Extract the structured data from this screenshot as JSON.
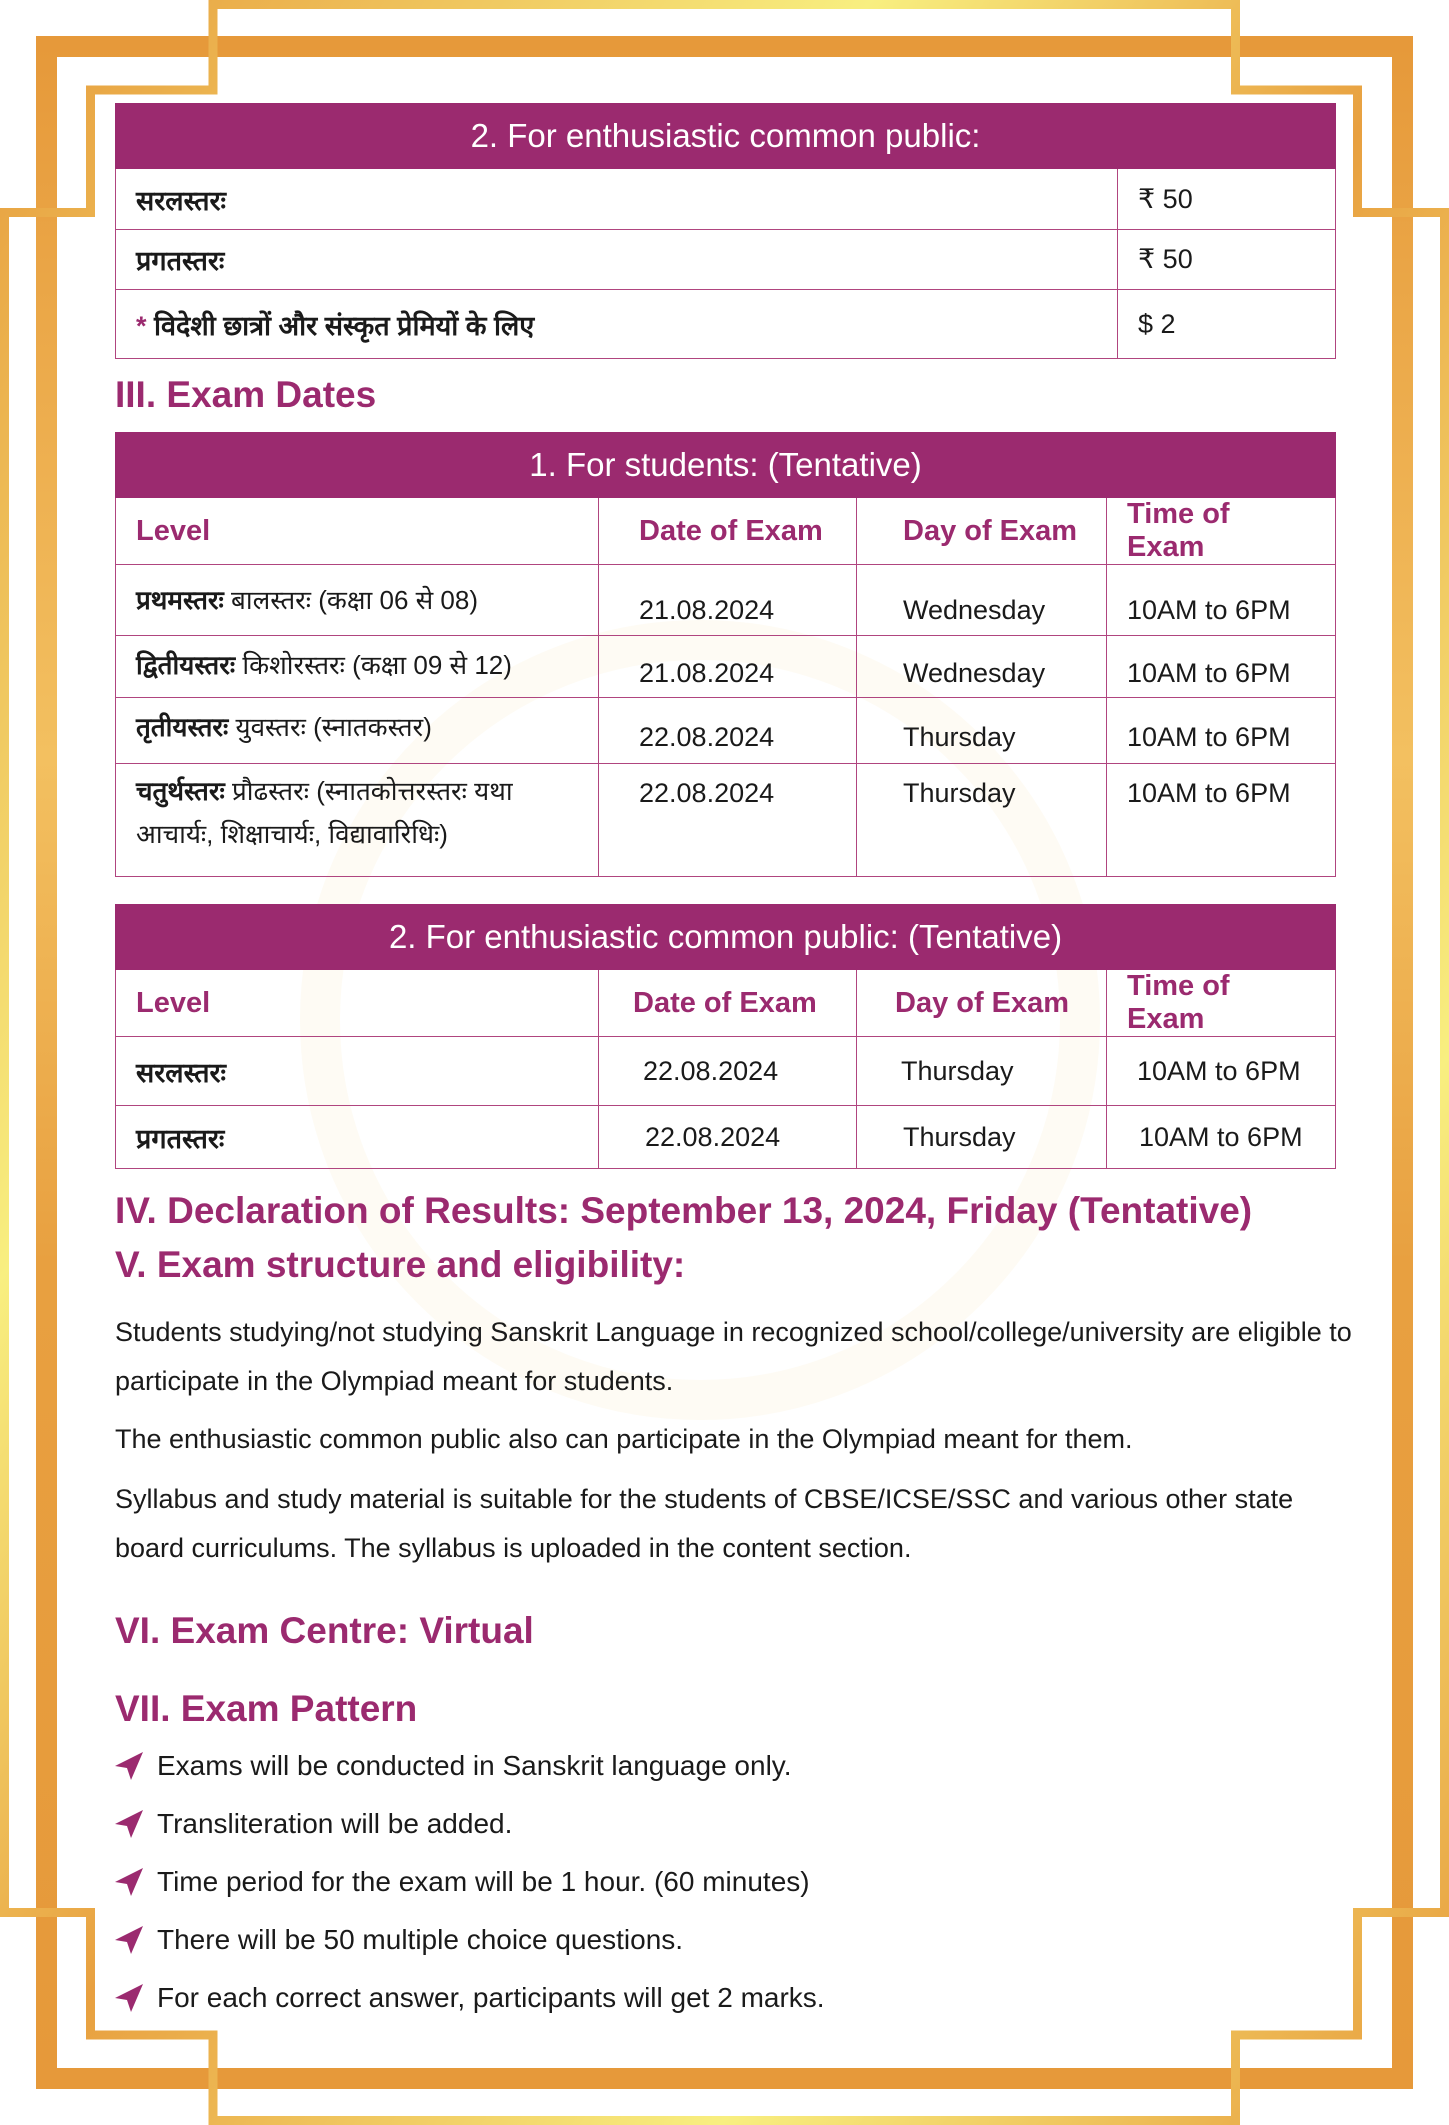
{
  "colors": {
    "brand_purple": "#9b2a6f",
    "frame_orange": "#e6993a",
    "frame_yellow": "#f8ef80"
  },
  "fee_table": {
    "caption": "2. For enthusiastic common public:",
    "rows": [
      {
        "level": "सरलस्तरः",
        "fee": "₹ 50"
      },
      {
        "level": "प्रगतस्तरः",
        "fee": "₹ 50"
      },
      {
        "star": "*",
        "level": "विदेशी छात्रों और संस्कृत प्रेमियों के लिए",
        "fee": "$ 2"
      }
    ]
  },
  "section3": {
    "title": "III. Exam Dates"
  },
  "students_table": {
    "caption": "1. For students: (Tentative)",
    "headers": [
      "Level",
      "Date of Exam",
      "Day of Exam",
      "Time of Exam"
    ],
    "rows": [
      {
        "level_bold": "प्रथमस्तरः",
        "level_rest": " बालस्तरः (कक्षा 06 से 08)",
        "date": "21.08.2024",
        "day": "Wednesday",
        "time": "10AM to 6PM"
      },
      {
        "level_bold": "द्वितीयस्तरः",
        "level_rest": " किशोरस्तरः (कक्षा 09 से 12)",
        "date": "21.08.2024",
        "day": "Wednesday",
        "time": "10AM to 6PM"
      },
      {
        "level_bold": "तृतीयस्तरः",
        "level_rest": "  युवस्तरः (स्नातकस्तर)",
        "date": "22.08.2024",
        "day": "Thursday",
        "time": "10AM to 6PM"
      },
      {
        "level_bold": "चतुर्थस्तरः",
        "level_rest": " प्रौढस्तरः (स्नातकोत्तरस्तरः यथा आचार्यः, शिक्षाचार्यः, विद्यावारिधिः)",
        "date": "22.08.2024",
        "day": "Thursday",
        "time": "10AM to 6PM"
      }
    ]
  },
  "public_table": {
    "caption": "2. For enthusiastic common public: (Tentative)",
    "headers": [
      "Level",
      "Date of Exam",
      "Day of Exam",
      "Time of Exam"
    ],
    "rows": [
      {
        "level": "सरलस्तरः",
        "date": "22.08.2024",
        "day": "Thursday",
        "time": "10AM to 6PM"
      },
      {
        "level": "प्रगतस्तरः",
        "date": "22.08.2024",
        "day": "Thursday",
        "time": "10AM to 6PM"
      }
    ]
  },
  "section4": {
    "title": "IV. Declaration of Results: September 13, 2024, Friday (Tentative)"
  },
  "section5": {
    "title": "V. Exam structure and eligibility:",
    "paragraphs": [
      "Students studying/not studying Sanskrit Language in recognized school/college/university are eligible to participate in the Olympiad meant for students.",
      "The enthusiastic common public also can participate in the Olympiad meant for them.",
      "Syllabus and study material is suitable for the students of CBSE/ICSE/SSC and various other state board curriculums. The syllabus is uploaded in the content section."
    ]
  },
  "section6": {
    "title": "VI. Exam Centre: Virtual"
  },
  "section7": {
    "title": "VII. Exam Pattern",
    "bullet_icon": "paper-plane-arrow-icon",
    "items": [
      "Exams will be conducted in Sanskrit language only.",
      "Transliteration will be added.",
      "Time period for the exam will be 1 hour. (60 minutes)",
      "There will be 50 multiple choice questions.",
      "For each correct answer, participants will get 2 marks."
    ]
  }
}
